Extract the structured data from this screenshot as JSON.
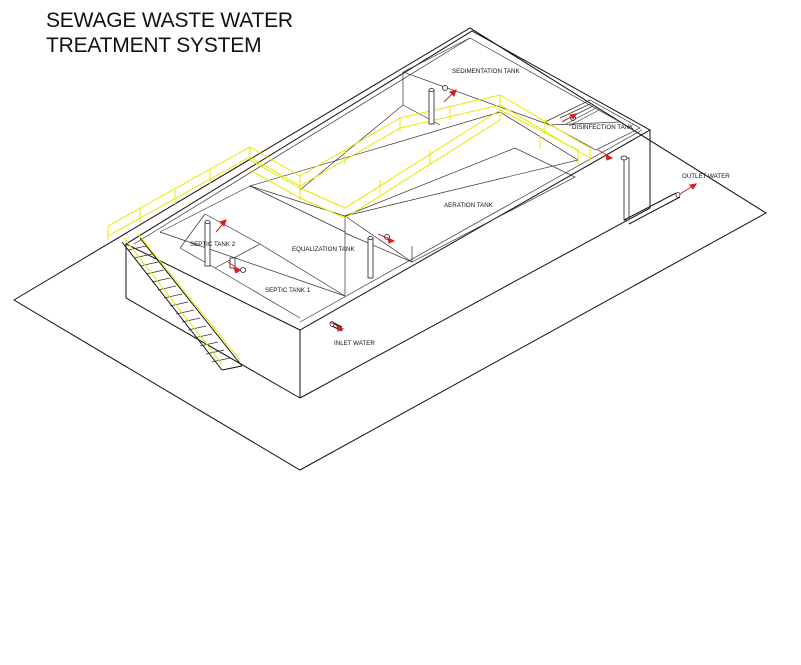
{
  "title": {
    "line1": "SEWAGE WASTE WATER",
    "line2": "TREATMENT SYSTEM"
  },
  "labels": {
    "sedimentation": "SEDIMENTATION TANK",
    "disinfection": "DISINFECTION TANK",
    "aeration": "AERATION TANK",
    "equalization": "EQUALIZATION TANK",
    "septic2": "SEPTIC TANK 2",
    "septic1": "SEPTIC TANK 1",
    "inlet": "INLET WATER",
    "outlet": "OUTLET WATER"
  },
  "colors": {
    "lines": "#111111",
    "handrail": "#e8e800",
    "flow_arrow": "#d42020",
    "background": "#ffffff"
  }
}
